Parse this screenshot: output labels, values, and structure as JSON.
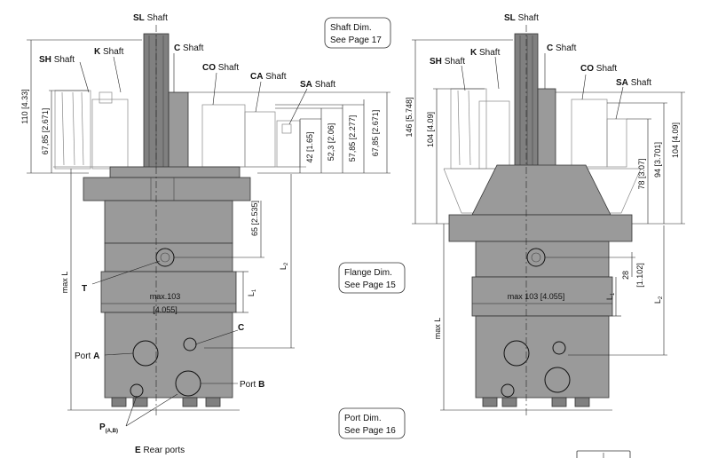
{
  "left_view": {
    "shaft_labels": [
      {
        "code": "SL",
        "word": "Shaft"
      },
      {
        "code": "C",
        "word": "Shaft"
      },
      {
        "code": "SH",
        "word": "Shaft"
      },
      {
        "code": "K",
        "word": "Shaft"
      },
      {
        "code": "CO",
        "word": "Shaft"
      },
      {
        "code": "CA",
        "word": "Shaft"
      },
      {
        "code": "SA",
        "word": "Shaft"
      }
    ],
    "dims": {
      "d110": "110 [4.33]",
      "d6785_sh": "67,85 [2.671]",
      "d42": "42 [1.65]",
      "d523": "52,3 [2.06]",
      "d5785": "57,85 [2.277]",
      "d6785_r": "67,85 [2.671]",
      "d65": "65 [2.535]",
      "l1": "L",
      "l1_sub": "1",
      "l2": "L",
      "l2_sub": "2",
      "maxl": "max L",
      "max103": "max.103",
      "max103_in": "[4.055]"
    },
    "labels": {
      "t": "T",
      "c": "C",
      "port_a_word": "Port",
      "port_a_letter": "A",
      "port_b_word": "Port",
      "port_b_letter": "B",
      "p": "P",
      "p_sub": "(A,B)",
      "e_letter": "E",
      "e_text": "Rear ports"
    }
  },
  "notes": {
    "shaft_dim_l1": "Shaft Dim.",
    "shaft_dim_l2": "See Page 17",
    "flange_dim_l1": "Flange Dim.",
    "flange_dim_l2": "See Page 15",
    "port_dim_l1": "Port Dim.",
    "port_dim_l2": "See Page 16"
  },
  "right_view": {
    "shaft_labels": [
      {
        "code": "SL",
        "word": "Shaft"
      },
      {
        "code": "C",
        "word": "Shaft"
      },
      {
        "code": "SH",
        "word": "Shaft"
      },
      {
        "code": "K",
        "word": "Shaft"
      },
      {
        "code": "CO",
        "word": "Shaft"
      },
      {
        "code": "SA",
        "word": "Shaft"
      }
    ],
    "dims": {
      "d146": "146 [5.748]",
      "d104_l": "104 [4.09]",
      "d78": "78 [3.07]",
      "d94": "94 [3.701]",
      "d104_r": "104 [4.09]",
      "d28": "28",
      "d28_in": "[1.102]",
      "l1": "L",
      "l1_sub": "1",
      "l2": "L",
      "l2_sub": "2",
      "maxl": "max L",
      "max103": "max 103 [4.055]"
    }
  }
}
